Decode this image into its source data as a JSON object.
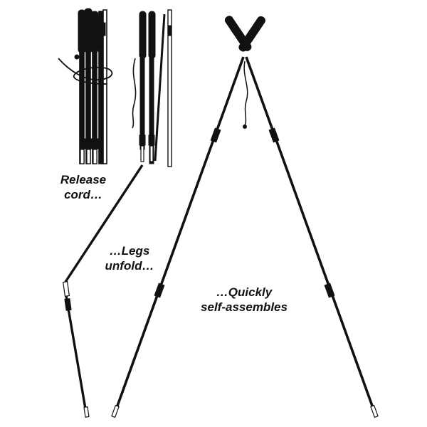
{
  "captions": {
    "release": [
      "Release",
      "cord…"
    ],
    "legs": [
      "…Legs",
      "unfold…"
    ],
    "quick": [
      "…Quickly",
      "self-assembles"
    ]
  },
  "colors": {
    "ink": "#111111",
    "tip": "#ffffff",
    "background": "#ffffff"
  }
}
